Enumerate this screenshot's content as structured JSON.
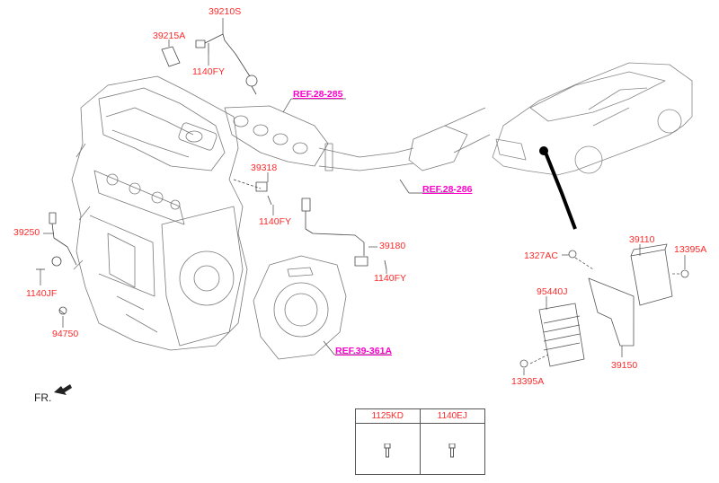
{
  "diagram": {
    "type": "exploded parts diagram",
    "part_labels": {
      "o2_sensor_upper": "39210S",
      "o2_bracket": "39215A",
      "bolt_upper": "1140FY",
      "cam_sensor": "39318",
      "bolt_cam": "1140FY",
      "knock_sensor": "39250",
      "bolt_knock": "1140JF",
      "plug": "94750",
      "crank_sensor": "39180",
      "bolt_crank": "1140FY",
      "ecu_nut_top": "1327AC",
      "ecu_module": "39110",
      "nut_right": "13395A",
      "ecu_module_alt": "95440J",
      "ecu_bracket": "39150",
      "nut_left": "13395A"
    },
    "references": {
      "exhaust_manifold": "REF.28-285",
      "catalytic_converter": "REF.28-286",
      "transmission": "REF.39-361A"
    },
    "front_indicator": "FR.",
    "fastener_table": {
      "columns": [
        "1125KD",
        "1140EJ"
      ]
    },
    "colors": {
      "part_label": "#ff2a2a",
      "reference_label": "#ff00cc",
      "line_art": "#666666"
    }
  }
}
